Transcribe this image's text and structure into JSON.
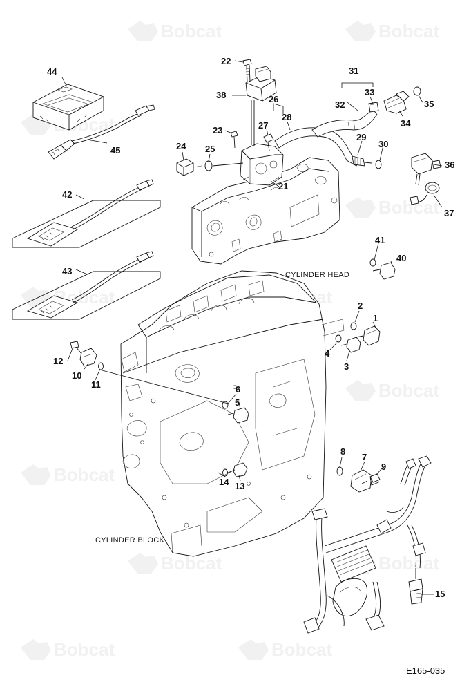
{
  "watermark": {
    "text": "Bobcat"
  },
  "captions": {
    "cylinder_head": "CYLINDER HEAD",
    "cylinder_block": "CYLINDER BLOCK"
  },
  "doc_id": "E165-035",
  "callouts": {
    "c1": "1",
    "c2": "2",
    "c3": "3",
    "c4": "4",
    "c5": "5",
    "c6": "6",
    "c7": "7",
    "c8": "8",
    "c9": "9",
    "c10": "10",
    "c11": "11",
    "c12": "12",
    "c13": "13",
    "c14": "14",
    "c15": "15",
    "c21": "21",
    "c22": "22",
    "c23": "23",
    "c24": "24",
    "c25": "25",
    "c26": "26",
    "c27": "27",
    "c28": "28",
    "c29": "29",
    "c30": "30",
    "c31": "31",
    "c32": "32",
    "c33": "33",
    "c34": "34",
    "c35": "35",
    "c36": "36",
    "c37": "37",
    "c38": "38",
    "c40": "40",
    "c41": "41",
    "c42": "42",
    "c43": "43",
    "c44": "44",
    "c45": "45"
  }
}
